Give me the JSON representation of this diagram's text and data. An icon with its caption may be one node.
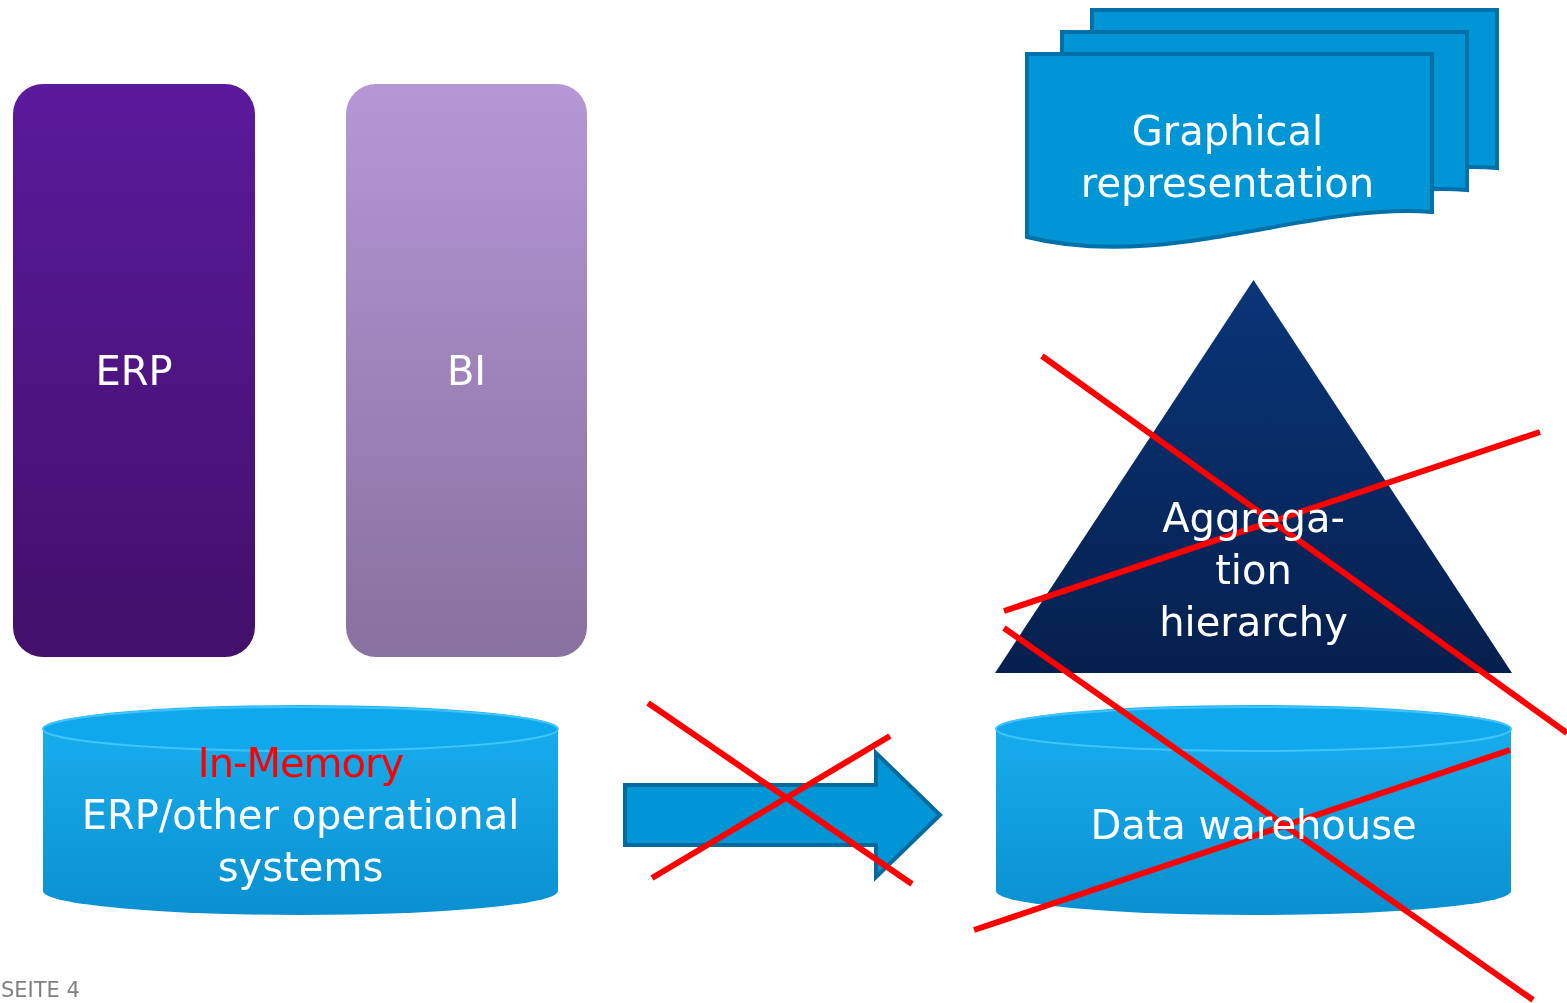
{
  "diagram": {
    "nodes": [
      {
        "text": [
          "ERP"
        ]
      },
      {
        "text": [
          "BI"
        ]
      },
      {
        "text": [
          "In-Memory",
          "ERP/other operational systems"
        ]
      },
      {
        "text": [
          "Graphical representation"
        ]
      },
      {
        "text": [
          "Aggrega- tion hierarchy"
        ]
      },
      {
        "text": [
          "Data warehouse"
        ]
      }
    ],
    "edges": [
      {
        "from": 2,
        "to": 5,
        "arrow": "to",
        "style": "thick"
      }
    ],
    "labels": [
      "SEITE 4"
    ]
  }
}
